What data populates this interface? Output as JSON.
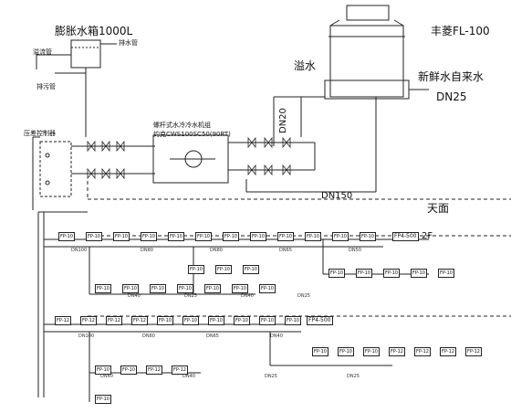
{
  "labels": {
    "expansion_tank": "膨胀水箱1000L",
    "exhaust_pipe": "排水管",
    "overflow_pipe": "溢流管",
    "drain_pipe": "排污管",
    "pressure_control": "压差控制器",
    "chiller_name": "螺杆式水冷冷水机组",
    "chiller_model": "约克CWS100SC50(90RT)",
    "cooling_tower": "丰菱FL-100",
    "overflow": "溢水",
    "fresh_water": "新鲜水自来水",
    "pipe_dn25": "DN25",
    "pipe_dn20": "DN20",
    "pipe_dn150": "DN150",
    "roof": "天面",
    "floor_2f": "2F"
  },
  "units": {
    "row1": [
      "FP-10",
      "FP-10",
      "FP-10",
      "FP-10",
      "FP-10",
      "FP-10",
      "FP-10",
      "FP-10",
      "FP-10",
      "FP-10",
      "FP-10",
      "FP-10",
      "FP4-500"
    ],
    "row2": [
      "FP-10",
      "FP-10",
      "FP-10"
    ],
    "row3": [
      "FP-10",
      "FP-10",
      "FP-10",
      "FP-10",
      "FP-10"
    ],
    "row4": [
      "FP-10",
      "FP-10",
      "FP-10",
      "FP-10",
      "FP-10",
      "FP-10",
      "FP-10"
    ],
    "row5": [
      "FP-12",
      "FP-12",
      "FP-12",
      "FP-12",
      "FP-10",
      "FP-10",
      "FP-10",
      "FP-10",
      "FP-10",
      "FP-10",
      "FP4-500"
    ],
    "row6": [
      "FP-10",
      "FP-10",
      "FP-10",
      "FP-12",
      "FP-12",
      "FP-12",
      "FP-12"
    ],
    "row7": [
      "FP-10",
      "FP-10",
      "FP-12",
      "FP-12"
    ],
    "row8": [
      "FP-10"
    ]
  },
  "pipe_tags": {
    "a": [
      "DN100",
      "DN80",
      "DN80",
      "DN65",
      "DN50"
    ],
    "b": [
      "DN40",
      "DN25",
      "DN40",
      "DN25"
    ],
    "c": [
      "DN100",
      "DN80",
      "DN65",
      "DN40"
    ],
    "d": [
      "DN40",
      "DN40",
      "DN25",
      "DN25"
    ]
  }
}
